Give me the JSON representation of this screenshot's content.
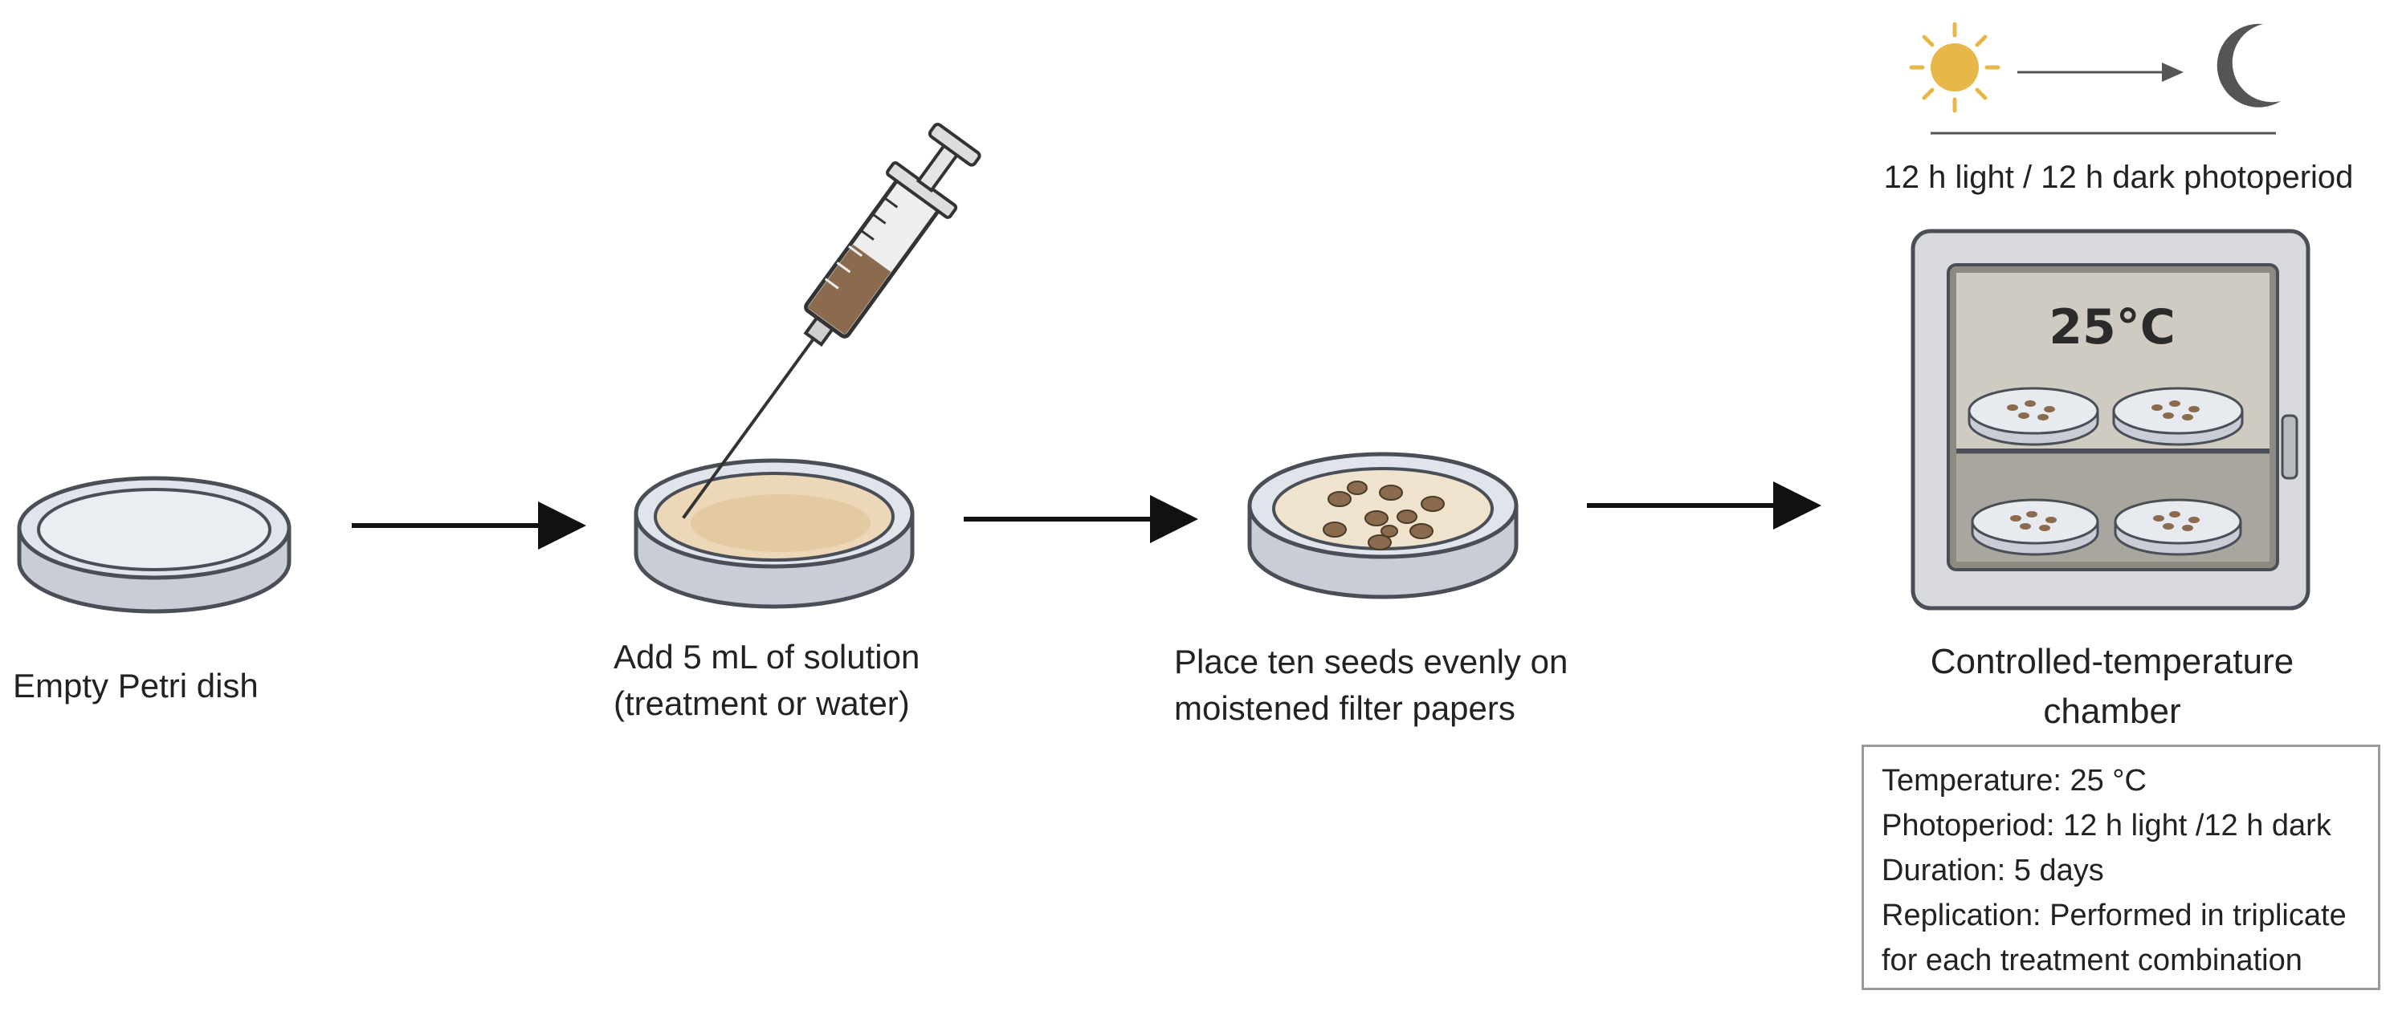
{
  "steps": [
    {
      "label_lines": [
        "Empty Petri dish"
      ]
    },
    {
      "label_lines": [
        "Add 5 mL of solution",
        "(treatment or water)"
      ]
    },
    {
      "label_lines": [
        "Place ten seeds evenly on",
        "moistened filter papers"
      ]
    },
    {
      "label_lines": [
        "Controlled-temperature",
        "chamber"
      ]
    }
  ],
  "photoperiod": {
    "caption": "12 h light / 12 h dark photoperiod",
    "from_icon": "sun-icon",
    "to_icon": "moon-icon"
  },
  "chamber": {
    "temperature_display": "25°C"
  },
  "conditions": {
    "temperature": "Temperature: 25 °C",
    "photoperiod": "Photoperiod: 12 h light /12 h dark",
    "duration": "Duration: 5 days",
    "replication_line1": "Replication: Performed in triplicate",
    "replication_line2": "for each treatment combination"
  },
  "colors": {
    "dish_rim": "#c9ced6",
    "dish_stroke": "#4a4f57",
    "dish_fill": "#e6ecf1",
    "solution": "#e6cfac",
    "seed": "#8b6b4e",
    "sun": "#e8b74a",
    "moon": "#555555",
    "chamber_frame": "#d7d9dc",
    "chamber_inner": "#cfcbc2"
  }
}
